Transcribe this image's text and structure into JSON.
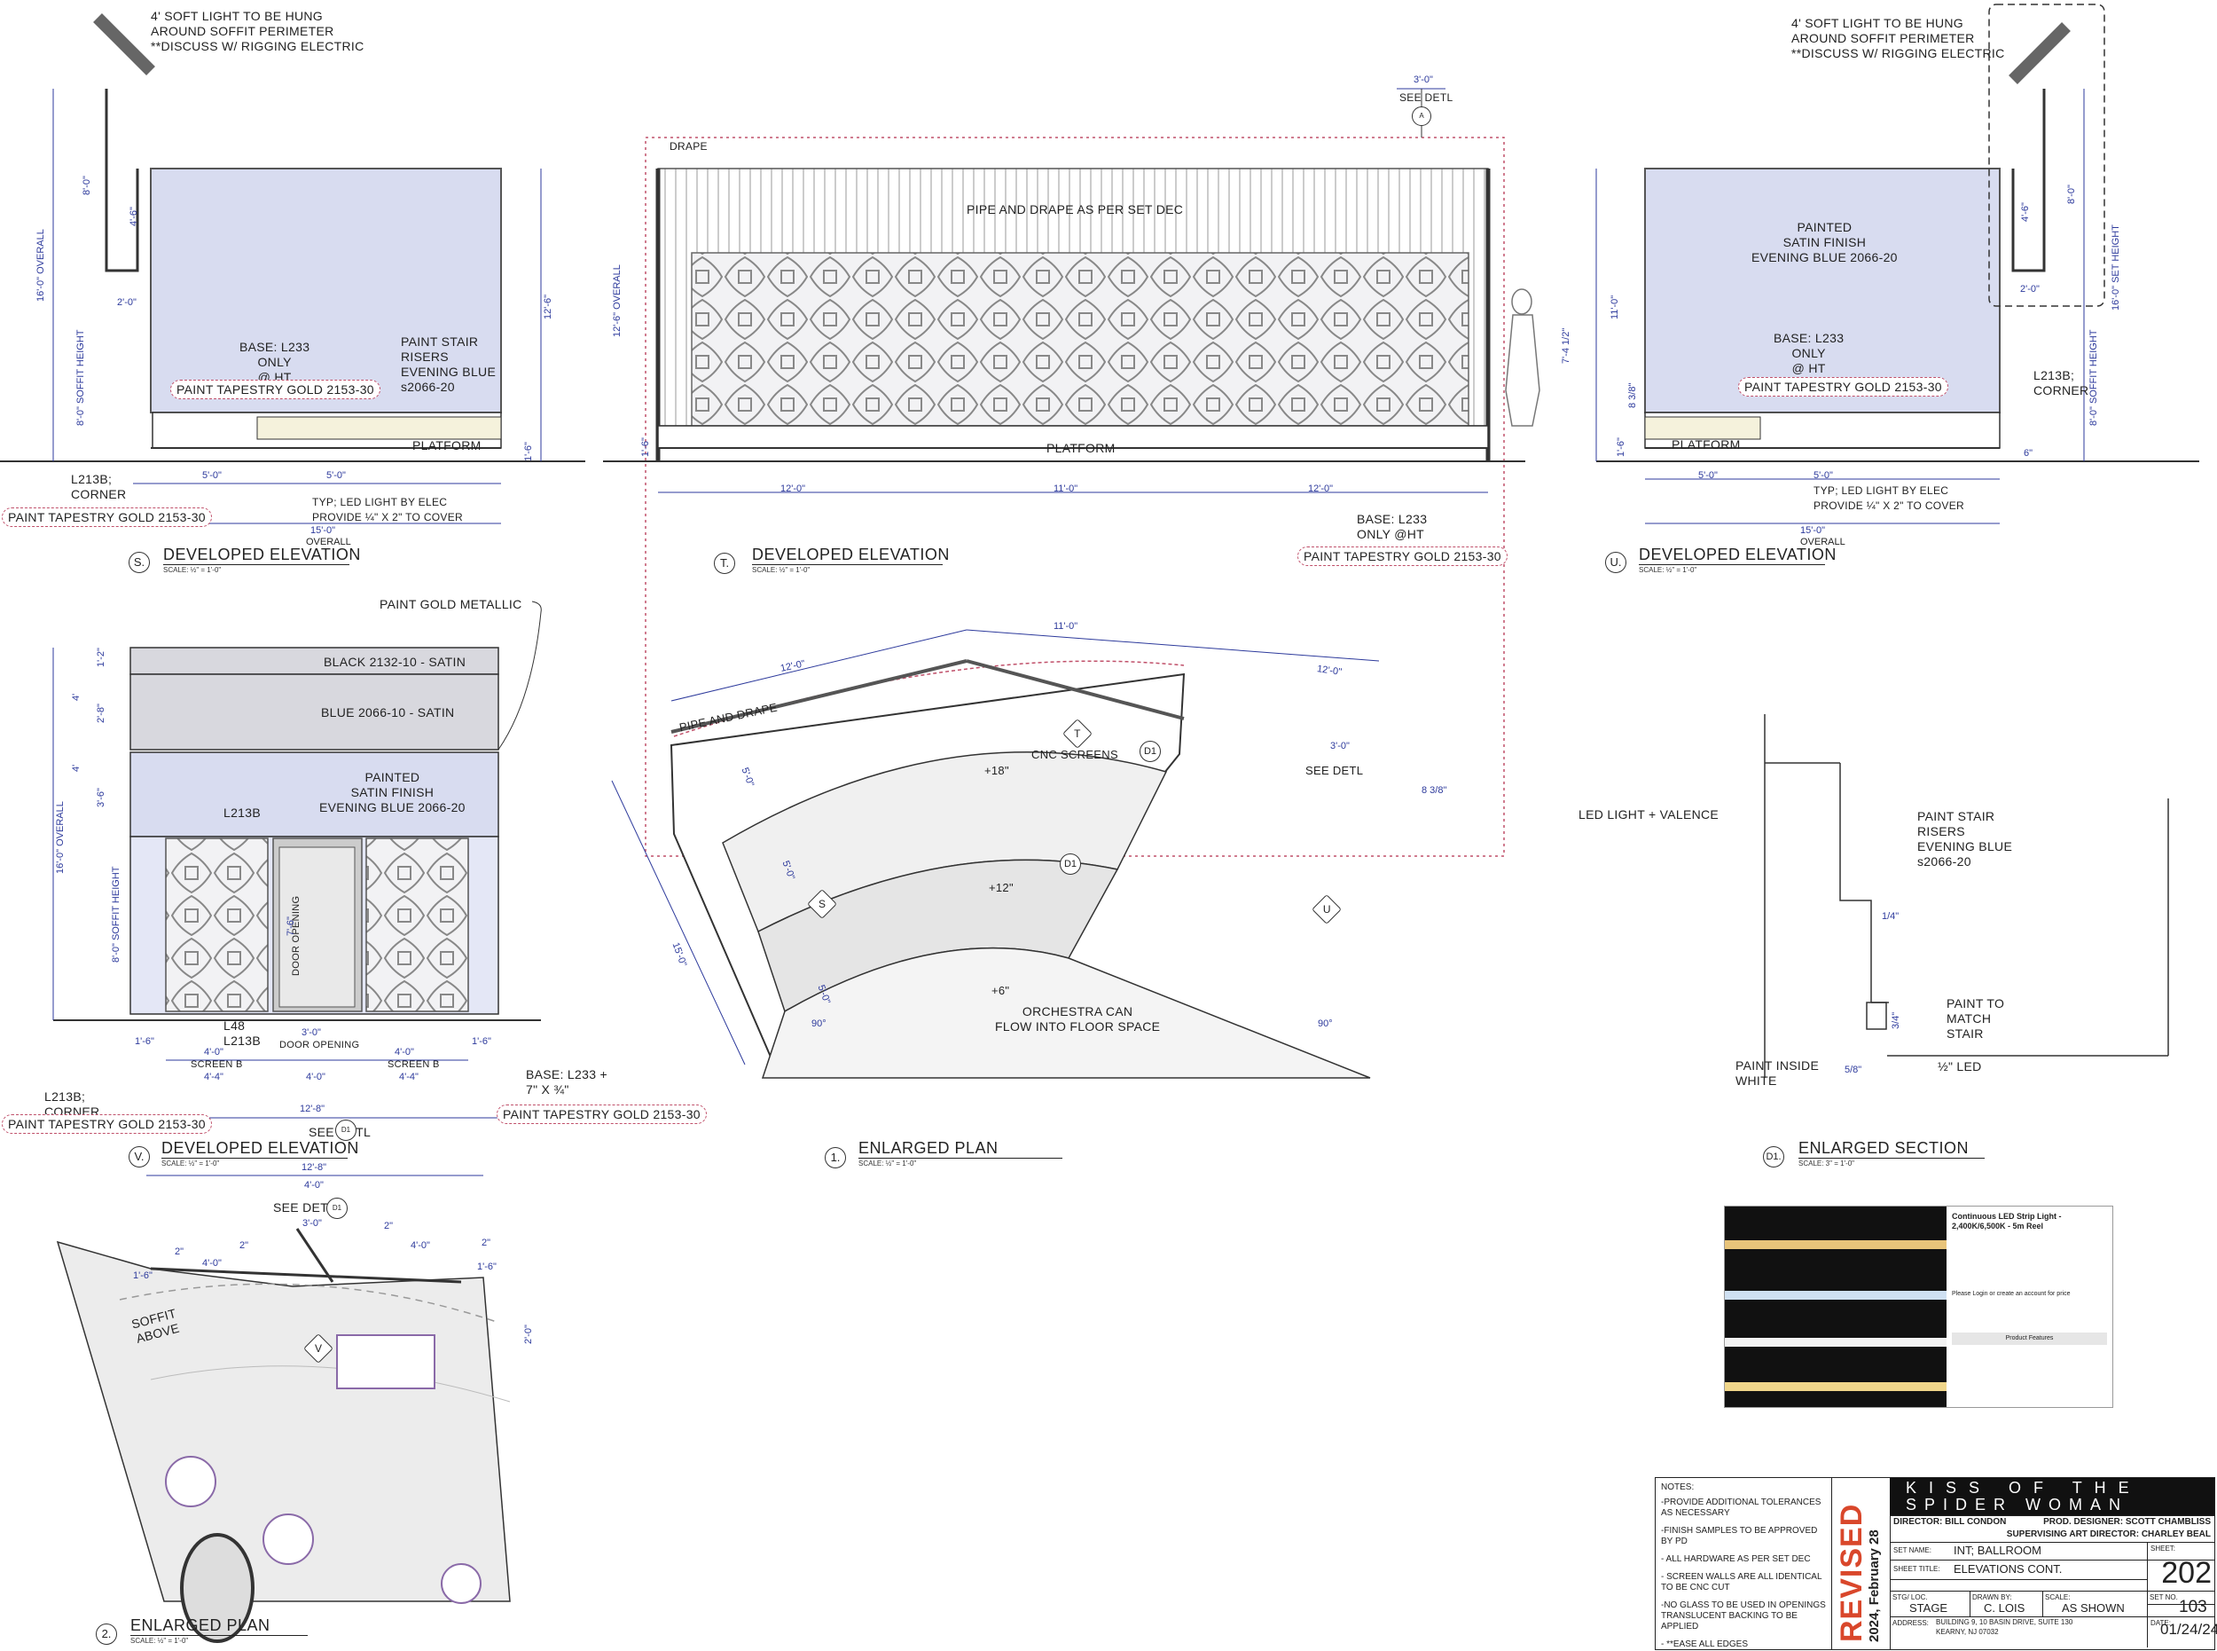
{
  "colors": {
    "wall_fill": "#d8dcf0",
    "gold_callout": "#c0506a",
    "dimension": "#2d3a9c",
    "line": "#222222",
    "revised_red": "#d9472b"
  },
  "notes_top_left": [
    "4' SOFT LIGHT TO BE HUNG",
    "AROUND SOFFIT PERIMETER",
    "**DISCUSS W/ RIGGING ELECTRIC"
  ],
  "notes_top_right": [
    "4' SOFT LIGHT TO BE HUNG",
    "AROUND SOFFIT PERIMETER",
    "**DISCUSS W/ RIGGING ELECTRIC"
  ],
  "elev_s": {
    "marker": "S.",
    "title": "DEVELOPED ELEVATION",
    "scale": "SCALE: ½\" = 1'-0\"",
    "base": "BASE: L233",
    "only": "ONLY",
    "at_ht": "@  HT",
    "paint_gold": "PAINT TAPESTRY GOLD 2153-30",
    "risers": [
      "PAINT STAIR",
      "RISERS",
      "EVENING BLUE",
      "s2066-20"
    ],
    "platform": "PLATFORM",
    "corner": [
      "L213B;",
      "CORNER"
    ],
    "corner_paint": "PAINT TAPESTRY GOLD 2153-30",
    "led": [
      "TYP; LED LIGHT BY ELEC",
      "PROVIDE ¼\" X 2\" TO COVER"
    ],
    "dims": [
      "16'-0\"",
      "OVERALL",
      "8'-0\"",
      "SOFFIT HEIGHT",
      "4'-6\"",
      "8'-0\"",
      "2'-0\"",
      "12'-6\"",
      "5'-0\"",
      "5'-0\"",
      "15'-0\"",
      "OVERALL",
      "1'-6\""
    ]
  },
  "elev_t": {
    "marker": "T.",
    "title": "DEVELOPED ELEVATION",
    "scale": "SCALE: ½\" = 1'-0\"",
    "drape": "DRAPE",
    "pipe": "PIPE AND DRAPE AS PER SET DEC",
    "platform": "PLATFORM",
    "see_detl": "SEE DETL",
    "dim_top": "3'-0\"",
    "base": [
      "BASE: L233",
      "ONLY @HT"
    ],
    "paint_gold": "PAINT TAPESTRY GOLD 2153-30",
    "dims": [
      "12'-0\"",
      "11'-0\"",
      "12'-0\"",
      "12'-6\"",
      "OVERALL",
      "7'-4 1/2\"",
      "1'-6\""
    ]
  },
  "elev_u": {
    "marker": "U.",
    "title": "DEVELOPED ELEVATION",
    "scale": "SCALE: ½\" = 1'-0\"",
    "painted": [
      "PAINTED",
      "SATIN FINISH",
      "EVENING BLUE 2066-20"
    ],
    "base": "BASE: L233",
    "only": "ONLY",
    "at_ht": "@  HT",
    "paint_gold": "PAINT TAPESTRY GOLD 2153-30",
    "platform": "PLATFORM",
    "corner": [
      "L213B;",
      "CORNER"
    ],
    "led": [
      "TYP; LED LIGHT BY ELEC",
      "PROVIDE ¼\" X 2\" TO COVER"
    ],
    "dims": [
      "16'-0\"",
      "SET HEIGHT",
      "8'-0\"",
      "SOFFIT HEIGHT",
      "11'-0\"",
      "8 3/8\"",
      "4'-6\"",
      "8'-0\"",
      "2'-0\"",
      "5'-0\"",
      "5'-0\"",
      "15'-0\"",
      "OVERALL",
      "1'-6\"",
      "6\""
    ]
  },
  "elev_v": {
    "marker": "V.",
    "title": "DEVELOPED ELEVATION",
    "scale": "SCALE: ½\" = 1'-0\"",
    "gold_metallic": "PAINT GOLD METALLIC",
    "band1": "BLACK 2132-10 - SATIN",
    "band2": "BLUE 2066-10 - SATIN",
    "painted": [
      "PAINTED",
      "SATIN FINISH",
      "EVENING BLUE 2066-20"
    ],
    "l213b": "L213B",
    "door": "DOOR OPENING",
    "l48": "L48",
    "l213b2": "L213B",
    "screen_b": "SCREEN B",
    "door_opening": "DOOR OPENING",
    "corner": [
      "L213B;",
      "CORNER"
    ],
    "corner_paint": "PAINT TAPESTRY GOLD 2153-30",
    "base": [
      "BASE: L233 +",
      "7\" X ¾\""
    ],
    "base_paint": "PAINT TAPESTRY GOLD 2153-30",
    "see_detl": "SEE DETL",
    "dims": [
      "16'-0\"",
      "OVERALL",
      "8'-0\"",
      "SOFFIT HEIGHT",
      "1'-2\"",
      "4'",
      "2'-8\"",
      "4'",
      "3'-6\"",
      "4'-0\"",
      "3'-0\"",
      "4'-0\"",
      "4'-4\"",
      "4'-0\"",
      "4'-4\"",
      "12'-8\"",
      "1'-6\"",
      "1'-6\"",
      "7'-6\""
    ]
  },
  "plan_1": {
    "marker": "1.",
    "title": "ENLARGED PLAN",
    "scale": "SCALE: ½\" = 1'-0\"",
    "pipe": "PIPE AND DRAPE",
    "cnc": "CNC SCREENS",
    "see_detl": "SEE DETL",
    "elev18": "+18\"",
    "elev12": "+12\"",
    "elev6": "+6\"",
    "orch": [
      "ORCHESTRA CAN",
      "FLOW INTO FLOOR SPACE"
    ],
    "led_val": "LED LIGHT + VALENCE",
    "dims": [
      "11'-0\"",
      "12'-0\"",
      "12'-0\"",
      "3'-0\"",
      "8 3/8\"",
      "5'-0\"",
      "5'-0\"",
      "5'-0\"",
      "15'-0\"",
      "90°",
      "90°"
    ],
    "tags": [
      "T",
      "D1",
      "D1",
      "S",
      "U"
    ]
  },
  "section_d1": {
    "marker": "D1.",
    "title": "ENLARGED SECTION",
    "scale": "SCALE: 3\" = 1'-0\"",
    "risers": [
      "PAINT STAIR",
      "RISERS",
      "EVENING BLUE",
      "s2066-20"
    ],
    "paint_to": [
      "PAINT TO",
      "MATCH",
      "STAIR"
    ],
    "paint_inside": [
      "PAINT INSIDE",
      "WHITE"
    ],
    "led": "½\" LED",
    "dims": [
      "1/4\"",
      "3/4\"",
      "5/8\""
    ]
  },
  "plan_2": {
    "marker": "2.",
    "title": "ENLARGED PLAN",
    "scale": "SCALE: ½\" = 1'-0\"",
    "soffit": [
      "SOFFIT",
      "ABOVE"
    ],
    "see_detl": "SEE DETL",
    "dims": [
      "12'-8\"",
      "4'-0\"",
      "3'-0\"",
      "4'-0\"",
      "4'-0\"",
      "2\"",
      "2\"",
      "2\"",
      "2\"",
      "1'-6\"",
      "1'-6\"",
      "2'-0\""
    ],
    "tag": "V"
  },
  "product": {
    "title": "Continuous LED Strip Light - 2,400K/6,500K - 5m Reel",
    "price_note": "Please Login or create an account for price",
    "features": "Product Features"
  },
  "title_block": {
    "notes_heading": "NOTES:",
    "notes": [
      "-PROVIDE ADDITIONAL TOLERANCES AS NECESSARY",
      "-FINISH SAMPLES TO BE APPROVED BY PD",
      "- ALL HARDWARE AS PER SET DEC",
      "- SCREEN WALLS ARE ALL IDENTICAL TO BE CNC CUT",
      "-NO GLASS TO BE USED IN OPENINGS TRANSLUCENT BACKING TO BE APPLIED",
      "- **EASE ALL EDGES"
    ],
    "revised": "REVISED",
    "revised_date": "2024, February 28",
    "show_title_1": "KISS OF THE",
    "show_title_2": "SPIDER WOMAN",
    "director": "DIRECTOR: BILL CONDON",
    "designer": "PROD. DESIGNER: SCOTT CHAMBLISS",
    "art_director": "SUPERVISING ART DIRECTOR: CHARLEY BEAL",
    "set_name_label": "SET NAME:",
    "set_name": "INT; BALLROOM",
    "sheet_title_label": "SHEET TITLE:",
    "sheet_title": "ELEVATIONS CONT.",
    "sheet_label": "SHEET:",
    "sheet": "202",
    "stg_label": "STG/ LOC.",
    "stg": "STAGE",
    "drawn_label": "DRAWN BY:",
    "drawn": "C. LOIS",
    "scale_label": "SCALE:",
    "scale": "AS SHOWN",
    "set_no_label": "SET NO.",
    "set_no": "103",
    "address_label": "ADDRESS:",
    "address_1": "BUILDING 9, 10 BASIN DRIVE, SUITE 130",
    "address_2": "KEARNY, NJ 07032",
    "date_label": "DATE:",
    "date": "01/24/24"
  }
}
